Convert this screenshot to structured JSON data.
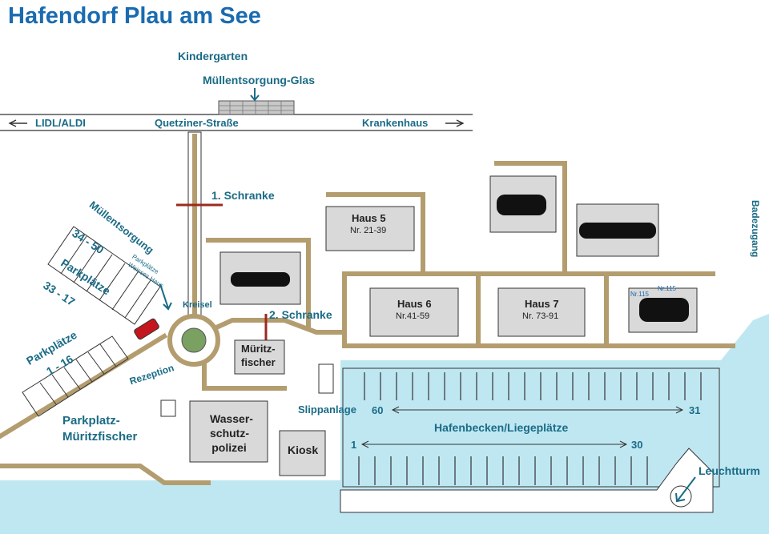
{
  "title": "Hafendorf Plau am See",
  "labels": {
    "kindergarten": "Kindergarten",
    "muell_glas": "Müllentsorgung-Glas",
    "lidl_aldi": "LIDL/ALDI",
    "quetziner": "Quetziner-Straße",
    "krankenhaus": "Krankenhaus",
    "schranke1": "1. Schranke",
    "schranke2": "2. Schranke",
    "muellentsorgung": "Müllentsorgung",
    "kreisel": "Kreisel",
    "rezeption": "Rezeption",
    "badezugang": "Badezugang",
    "slippanlage": "Slippanlage",
    "hafenbecken": "Hafenbecken/Liegeplätze",
    "leuchtturm": "Leuchtturm",
    "kiosk": "Kiosk",
    "wasserschutz_1": "Wasser-",
    "wasserschutz_2": "schutz-",
    "wasserschutz_3": "polizei",
    "mueritz_1": "Müritz-",
    "mueritz_2": "fischer",
    "parkplatz_mf_1": "Parkplatz-",
    "parkplatz_mf_2": "Müritzfischer",
    "parkplaetze_top": "Parkplätze",
    "range_34_50": "34 - 50",
    "range_33_17": "33 - 17",
    "parkplaetze_weiss_1": "Parkplätze",
    "parkplaetze_weiss_2": "Weisses Haus",
    "parkplaetze_116_1": "Parkplätze",
    "parkplaetze_116_2": "1 - 16",
    "num_60": "60",
    "num_31": "31",
    "num_1": "1",
    "num_30": "30",
    "nr_115a": "Nr.115",
    "nr_115b": "Nr.115"
  },
  "houses": {
    "haus5": {
      "name": "Haus 5",
      "nr": "Nr. 21-39"
    },
    "haus6": {
      "name": "Haus 6",
      "nr": "Nr.41-59"
    },
    "haus7": {
      "name": "Haus 7",
      "nr": "Nr. 73-91"
    }
  },
  "colors": {
    "title": "#1a6bb0",
    "label_teal": "#1a6b86",
    "road": "#b39d6f",
    "water": "#bfe7f2",
    "building": "#d9d9d9",
    "barrier": "#9b2a1f",
    "roundabout": "#7aa062"
  }
}
